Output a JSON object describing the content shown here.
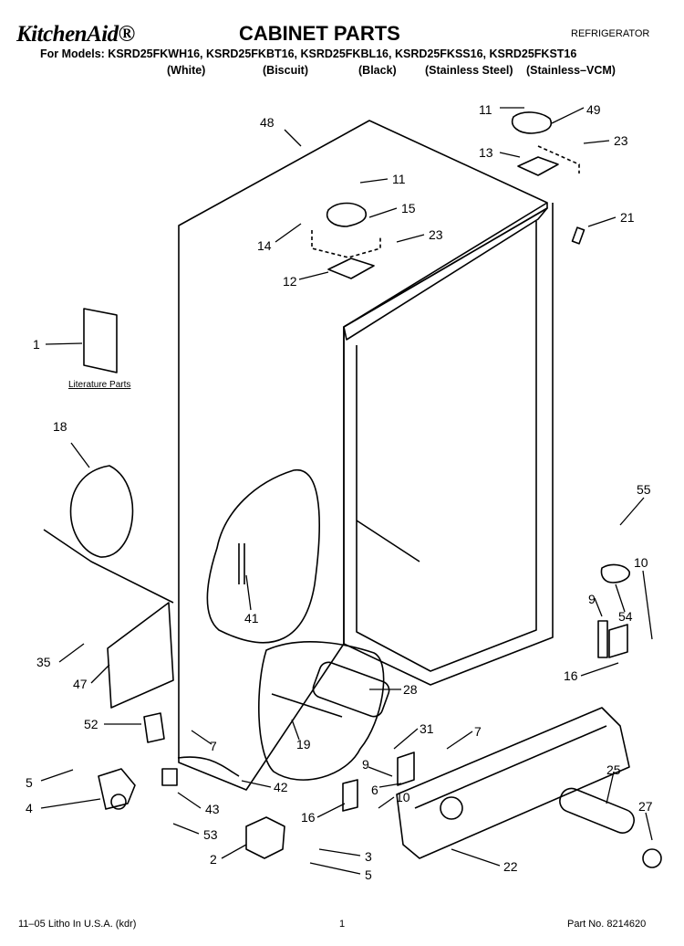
{
  "header": {
    "brand": "KitchenAid®",
    "title": "CABINET PARTS",
    "category": "REFRIGERATOR",
    "models_line": "For Models: KSRD25FKWH16, KSRD25FKBT16, KSRD25FKBL16, KSRD25FKSS16, KSRD25FKST16",
    "finishes": [
      "(White)",
      "(Biscuit)",
      "(Black)",
      "(Stainless Steel)",
      "(Stainless–VCM)"
    ]
  },
  "literature_label": "Literature Parts",
  "part_numbers": [
    "48",
    "11",
    "49",
    "23",
    "13",
    "11",
    "15",
    "14",
    "23",
    "21",
    "12",
    "1",
    "18",
    "41",
    "55",
    "10",
    "9",
    "54",
    "35",
    "47",
    "28",
    "16",
    "52",
    "7",
    "19",
    "31",
    "7",
    "9",
    "6",
    "10",
    "42",
    "25",
    "5",
    "4",
    "43",
    "16",
    "27",
    "53",
    "2",
    "3",
    "22",
    "5"
  ],
  "footer": {
    "litho": "11–05 Litho In U.S.A. (kdr)",
    "page": "1",
    "part_no": "Part No. 8214620"
  }
}
